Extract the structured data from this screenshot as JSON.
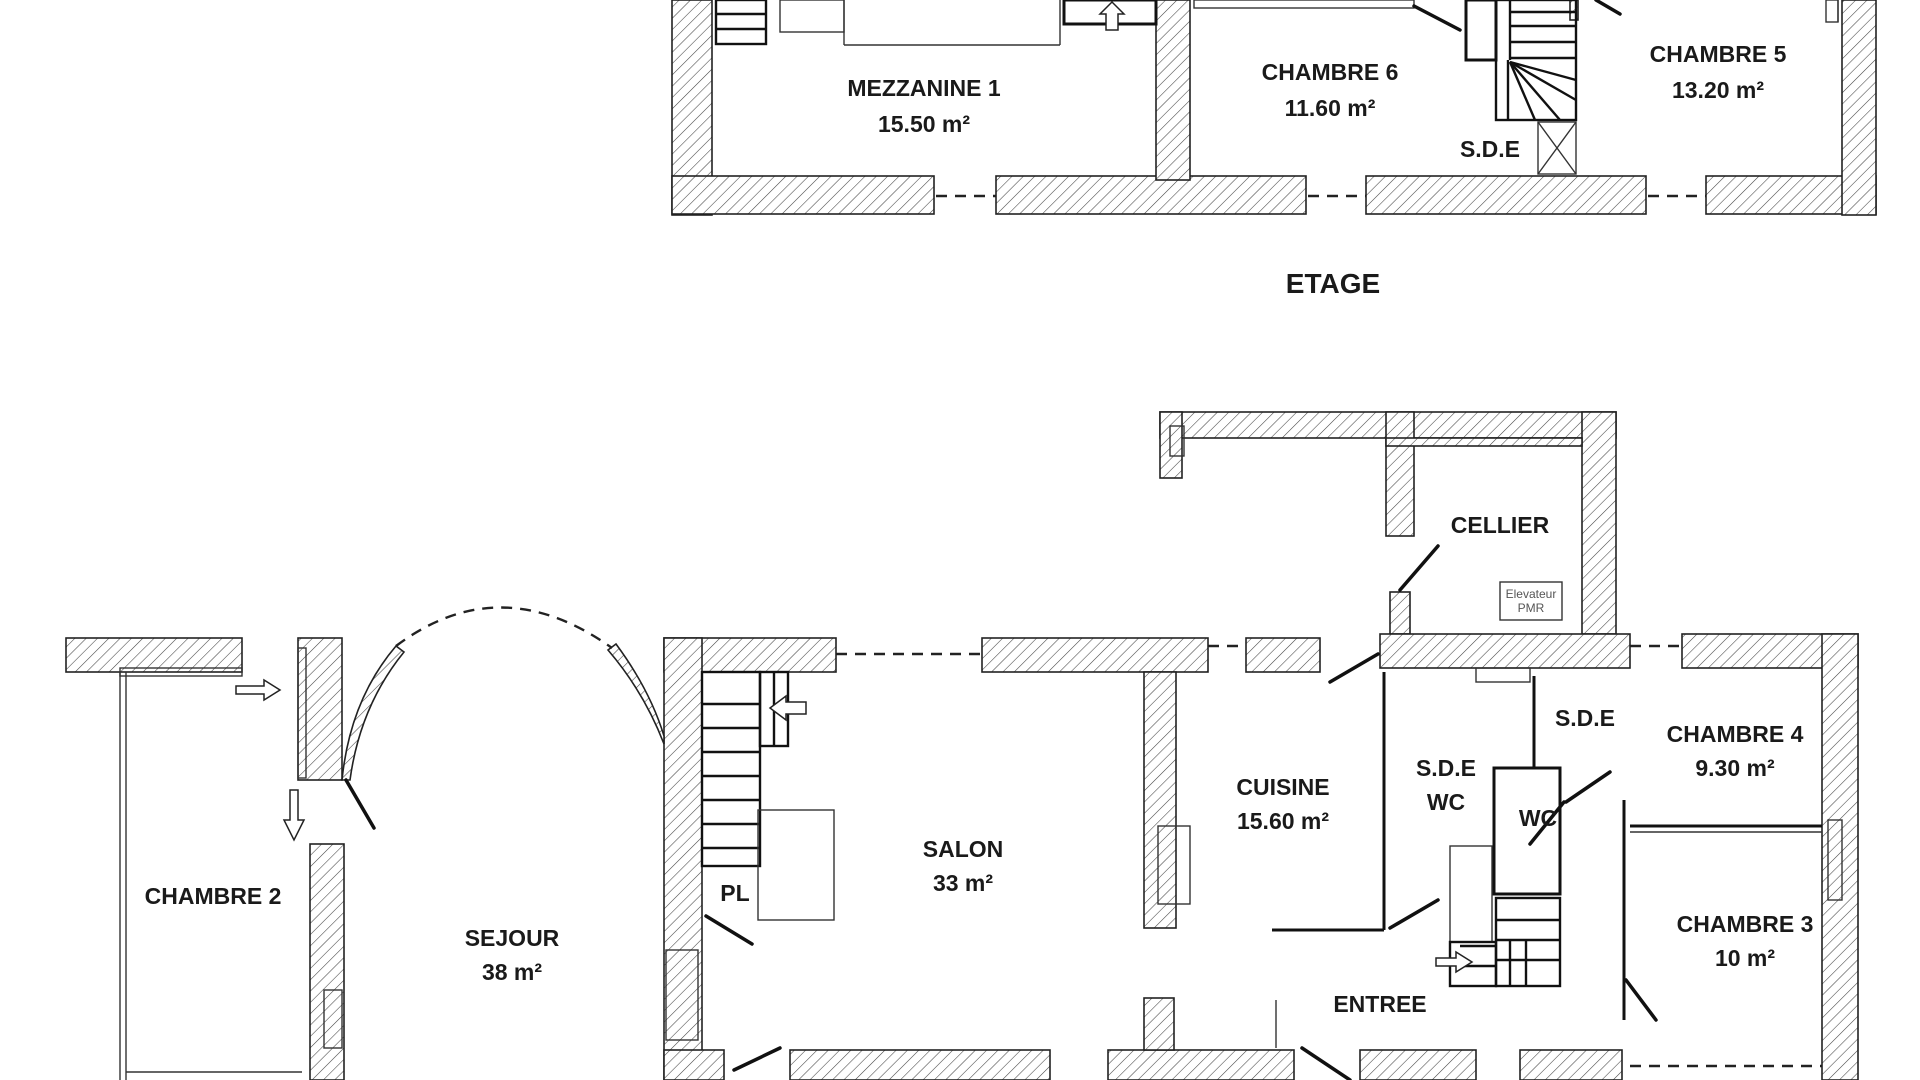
{
  "levels": {
    "upper": "ETAGE"
  },
  "rooms": {
    "mezzanine1": {
      "name": "MEZZANINE 1",
      "area": "15.50 m²"
    },
    "chambre6": {
      "name": "CHAMBRE 6",
      "area": "11.60 m²"
    },
    "chambre5": {
      "name": "CHAMBRE 5",
      "area": "13.20 m²"
    },
    "sde_upper": {
      "name": "S.D.E"
    },
    "cellier": {
      "name": "CELLIER"
    },
    "elevator": {
      "line1": "Elevateur",
      "line2": "PMR"
    },
    "chambre2": {
      "name": "CHAMBRE 2"
    },
    "sejour": {
      "name": "SEJOUR",
      "area": "38 m²"
    },
    "salon": {
      "name": "SALON",
      "area": "33 m²"
    },
    "pl": {
      "name": "PL"
    },
    "cuisine": {
      "name": "CUISINE",
      "area": "15.60 m²"
    },
    "sde_wc": {
      "line1": "S.D.E",
      "line2": "WC"
    },
    "wc": {
      "name": "WC"
    },
    "sde_ground": {
      "name": "S.D.E"
    },
    "chambre4": {
      "name": "CHAMBRE 4",
      "area": "9.30 m²"
    },
    "chambre3": {
      "name": "CHAMBRE 3",
      "area": "10 m²"
    },
    "entree": {
      "name": "ENTREE"
    }
  }
}
